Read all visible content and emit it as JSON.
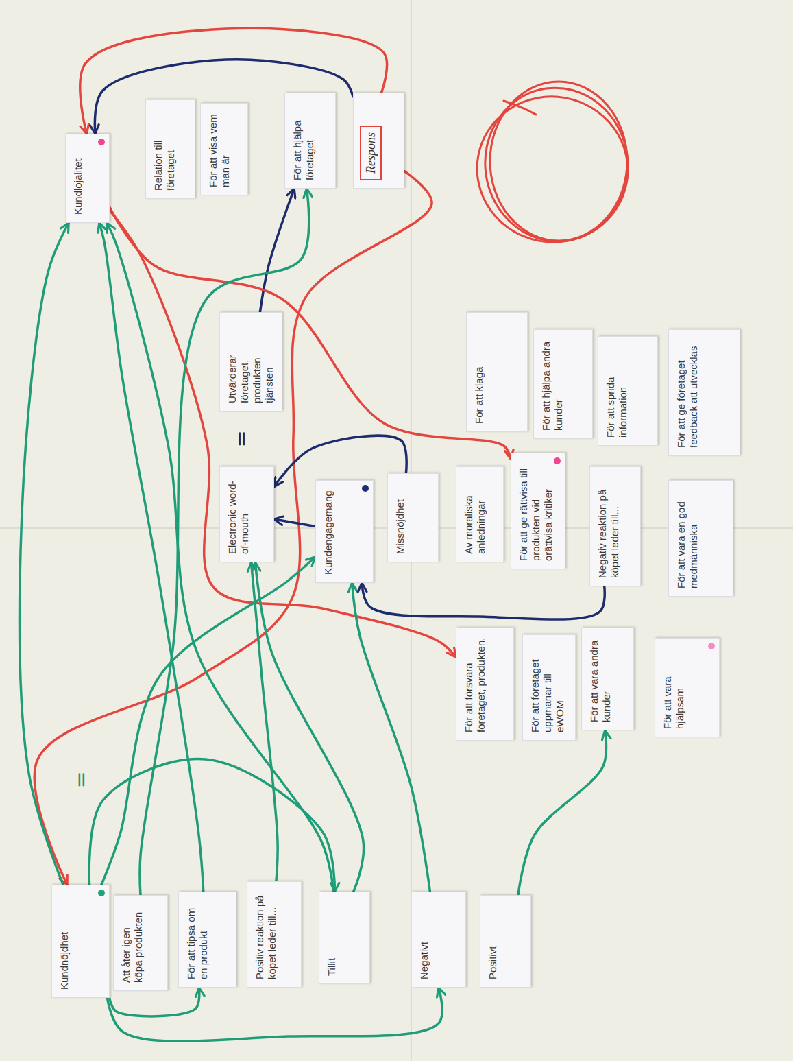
{
  "diagram": {
    "nodes": [
      {
        "text": [
          "Kundnöjdhet"
        ]
      },
      {
        "text": [
          "Att åter igen köpa produkten"
        ]
      },
      {
        "text": [
          "För att tipsa om en produkt"
        ]
      },
      {
        "text": [
          "Positiv reaktion på köpet leder till..."
        ]
      },
      {
        "text": [
          "Tillit"
        ]
      },
      {
        "text": [
          "Negativt"
        ]
      },
      {
        "text": [
          "Positivt"
        ]
      },
      {
        "text": [
          "Electronic word-of-mouth"
        ]
      },
      {
        "text": [
          "Utvärderar företaget, produkten tjänsten"
        ]
      },
      {
        "text": [
          "Kundlojalitet"
        ]
      },
      {
        "text": [
          "Relation till företaget"
        ]
      },
      {
        "text": [
          "För att visa vem man är"
        ]
      },
      {
        "text": [
          "För att hjälpa företaget"
        ]
      },
      {
        "text": [
          "Respons"
        ]
      },
      {
        "text": [
          "Kundengagemang"
        ]
      },
      {
        "text": [
          "Missnöjdhet"
        ]
      },
      {
        "text": [
          "Av moraliska anledningar"
        ]
      },
      {
        "text": [
          "För att ge rättvisa till produkten vid orättvisa kritiker"
        ]
      },
      {
        "text": [
          "Negativ reaktion på köpet leder till..."
        ]
      },
      {
        "text": [
          "För att vara en god medmänniska"
        ]
      },
      {
        "text": [
          "För att försvara företaget, produkten."
        ]
      },
      {
        "text": [
          "För att företaget uppmanar till eWOM"
        ]
      },
      {
        "text": [
          "För att vara andra kunder"
        ]
      },
      {
        "text": [
          "För att vara hjälpsam"
        ]
      },
      {
        "text": [
          "För att klaga"
        ]
      },
      {
        "text": [
          "För att hjälpa andra kunder"
        ]
      },
      {
        "text": [
          "För att sprida information"
        ]
      },
      {
        "text": [
          "För att ge företaget feedback att utvecklas"
        ]
      }
    ],
    "edges": [
      {
        "from": 13,
        "to": 9,
        "arrow": "to"
      },
      {
        "from": 13,
        "to": 9,
        "arrow": "to"
      },
      {
        "from": 8,
        "to": 12,
        "arrow": "to"
      },
      {
        "from": 9,
        "to": 17,
        "arrow": "to"
      },
      {
        "from": 9,
        "to": 20,
        "arrow": "to"
      },
      {
        "from": 13,
        "to": 0,
        "arrow": "to"
      },
      {
        "from": 0,
        "to": 9,
        "arrow": "to"
      },
      {
        "from": 0,
        "to": 2,
        "arrow": "to"
      },
      {
        "from": 0,
        "to": 5,
        "arrow": "to"
      },
      {
        "from": 0,
        "to": 4,
        "arrow": "to"
      },
      {
        "from": 0,
        "to": 14,
        "arrow": "to"
      },
      {
        "from": 2,
        "to": 9,
        "arrow": "to"
      },
      {
        "from": 4,
        "to": 9,
        "arrow": "to"
      },
      {
        "from": 1,
        "to": 12,
        "arrow": "to"
      },
      {
        "from": 3,
        "to": 7,
        "arrow": "to"
      },
      {
        "from": 4,
        "to": 7,
        "arrow": "to"
      },
      {
        "from": 5,
        "to": 14,
        "arrow": "to"
      },
      {
        "from": 6,
        "to": 22,
        "arrow": "to"
      },
      {
        "from": 15,
        "to": 7,
        "arrow": "to"
      },
      {
        "from": 14,
        "to": 7,
        "arrow": "to"
      },
      {
        "from": 18,
        "to": 14,
        "arrow": "to"
      }
    ],
    "labels": [
      "=",
      "="
    ]
  }
}
